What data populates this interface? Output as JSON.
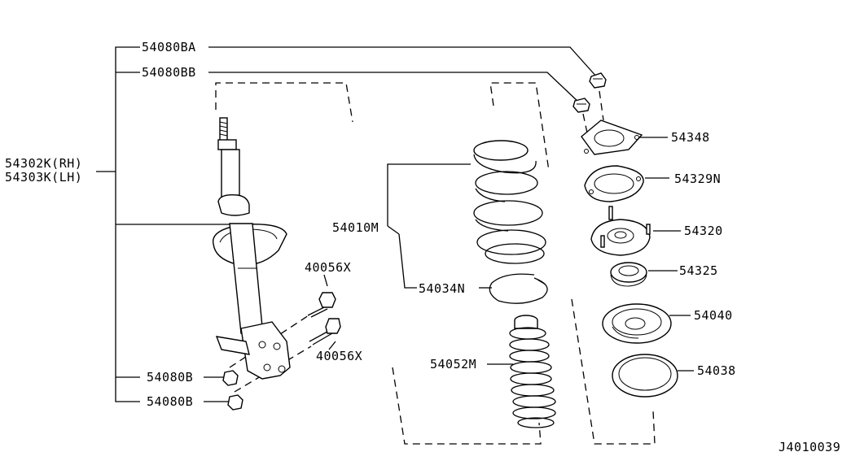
{
  "drawing_id": "J4010039",
  "labels": {
    "p54080BA": "54080BA",
    "p54080BB": "54080BB",
    "p54302K": "54302K(RH)",
    "p54303K": "54303K(LH)",
    "p54080B_1": "54080B",
    "p54080B_2": "54080B",
    "p40056X_1": "40056X",
    "p40056X_2": "40056X",
    "p54010M": "54010M",
    "p54034N": "54034N",
    "p54052M": "54052M",
    "p54348": "54348",
    "p54329N": "54329N",
    "p54320": "54320",
    "p54325": "54325",
    "p54040": "54040",
    "p54038": "54038"
  }
}
